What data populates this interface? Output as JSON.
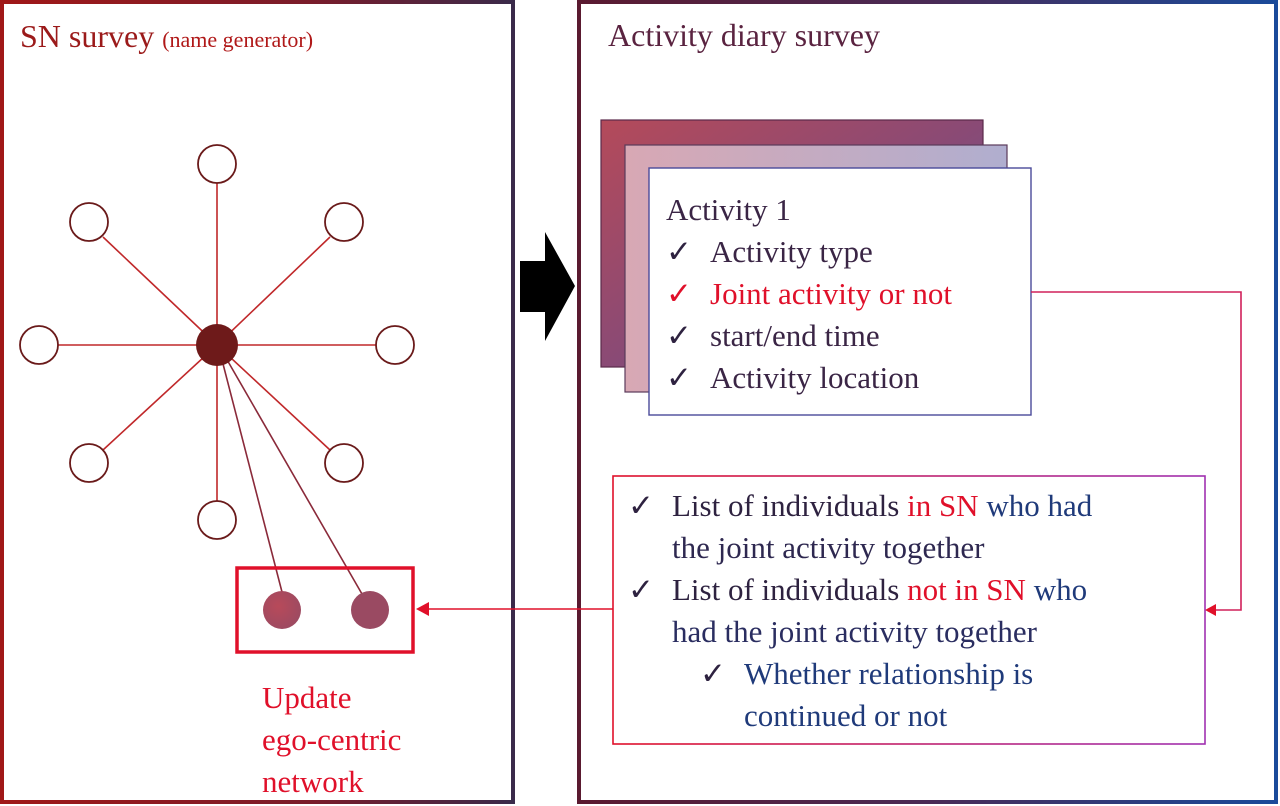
{
  "left_panel": {
    "title": "SN survey",
    "subtitle": "(name generator)",
    "ego_node": "ego",
    "alter_nodes": [
      "top",
      "top-right",
      "right",
      "bottom-right",
      "bottom",
      "bottom-left",
      "left",
      "top-left"
    ],
    "new_nodes_count": 2,
    "update_label_lines": [
      "Update",
      "ego-centric",
      "network"
    ]
  },
  "flow_arrow": "right-arrow",
  "right_panel": {
    "title": "Activity diary survey",
    "activity_card": {
      "heading": "Activity 1",
      "stack_depth": 3,
      "items": [
        {
          "check": "✓",
          "label": "Activity type",
          "highlight": false
        },
        {
          "check": "✓",
          "label": "Joint activity or not",
          "highlight": true
        },
        {
          "check": "✓",
          "label": "start/end time",
          "highlight": false
        },
        {
          "check": "✓",
          "label": "Activity location",
          "highlight": false
        }
      ]
    },
    "joint_list": {
      "items": [
        {
          "check": "✓",
          "prefix": "List of individuals ",
          "emphasis": "in SN",
          "suffix": " who had",
          "continuation": "the joint activity together"
        },
        {
          "check": "✓",
          "prefix": "List of individuals ",
          "emphasis": "not in SN",
          "suffix": " who",
          "continuation": "had the joint activity together"
        }
      ],
      "sub_item": {
        "check": "✓",
        "line1": "Whether relationship is",
        "line2": "continued or not"
      }
    }
  },
  "colors": {
    "dark_red": "#8b1a1a",
    "bright_red": "#e0102a",
    "navy": "#1f3a7a",
    "purple": "#6a5a9a",
    "magenta": "#c0208a"
  }
}
